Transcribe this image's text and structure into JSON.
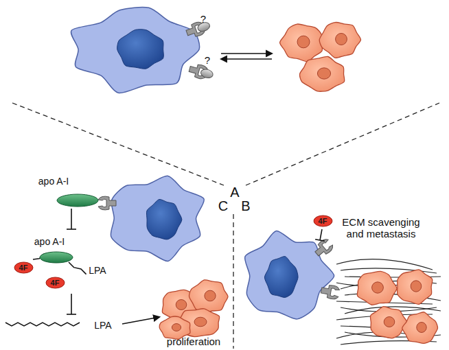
{
  "diagram": {
    "nodes": [
      {
        "text": [
          "4F"
        ]
      },
      {
        "text": [
          "4F"
        ]
      },
      {
        "text": [
          "4F"
        ]
      }
    ],
    "labels": [
      "?",
      "?",
      "A",
      "C",
      "B",
      "apo A-I",
      "apo A-I",
      "LPA",
      "LPA",
      "proliferation",
      "ECM scavenging and metastasis"
    ]
  }
}
